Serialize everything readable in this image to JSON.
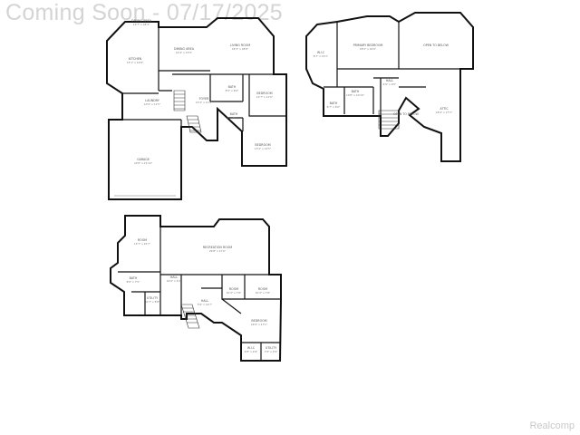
{
  "banner": {
    "text": "Coming Soon - 07/17/2025"
  },
  "watermark": {
    "text": "Realcomp"
  },
  "colors": {
    "wall": "#111111",
    "banner": "#d4d4d4",
    "watermark": "#c8c8c8"
  },
  "floors": {
    "main": {
      "rooms": [
        {
          "name": "DINING AREA",
          "dims": "12'7\" x 18'4\""
        },
        {
          "name": "KITCHEN",
          "dims": "13'1\" x 14'8\""
        },
        {
          "name": "DINING AREA",
          "dims": "14'4\" x 13'0\""
        },
        {
          "name": "LIVING ROOM",
          "dims": "18'3\" x 18'8\""
        },
        {
          "name": "LAUNDRY",
          "dims": "10'0\" x 11'5\""
        },
        {
          "name": "FOYER",
          "dims": "13'4\" x 11'9\""
        },
        {
          "name": "BATH",
          "dims": "8'5\" x 6'0\""
        },
        {
          "name": "BEDROOM",
          "dims": "12'7\" x 11'0\""
        },
        {
          "name": "BEDROOM",
          "dims": "13'4\" x 13'5\""
        },
        {
          "name": "GARAGE",
          "dims": "22'8\" x 21'10\""
        },
        {
          "name": "BATH",
          "dims": "8'7\" x 6'5\""
        }
      ]
    },
    "upper": {
      "rooms": [
        {
          "name": "W.I.C",
          "dims": "8'7\" x 14'1\""
        },
        {
          "name": "PRIMARY BEDROOM",
          "dims": "18'2\" x 16'0\""
        },
        {
          "name": "OPEN TO BELOW",
          "dims": ""
        },
        {
          "name": "BATH",
          "dims": "10'8\" x 10'10\""
        },
        {
          "name": "BATH",
          "dims": "6'7\" x 6'0\""
        },
        {
          "name": "HALL",
          "dims": "4'6\" x 9'5\""
        },
        {
          "name": "OPEN TO BELOW",
          "dims": ""
        },
        {
          "name": "ATTIC",
          "dims": "18'4\" x 17'3\""
        }
      ]
    },
    "lower": {
      "rooms": [
        {
          "name": "ROOM",
          "dims": "13'7\" x 15'7\""
        },
        {
          "name": "RECREATION ROOM",
          "dims": "29'8\" x 17'0\""
        },
        {
          "name": "BATH",
          "dims": "8'0\" x 7'5\""
        },
        {
          "name": "HALL",
          "dims": "16'0\" x 4'2\""
        },
        {
          "name": "UTILITY",
          "dims": "10'7\" x 8'8\""
        },
        {
          "name": "HALL",
          "dims": "5'9\" x 14'7\""
        },
        {
          "name": "ROOM",
          "dims": "10'4\" x 7'8\""
        },
        {
          "name": "ROOM",
          "dims": "10'4\" x 7'8\""
        },
        {
          "name": "BEDROOM",
          "dims": "16'0\" x 17'1\""
        },
        {
          "name": "W.I.C",
          "dims": "6'8\" x 4'9\""
        },
        {
          "name": "UTILITY",
          "dims": "7'8\" x 4'9\""
        }
      ]
    }
  }
}
